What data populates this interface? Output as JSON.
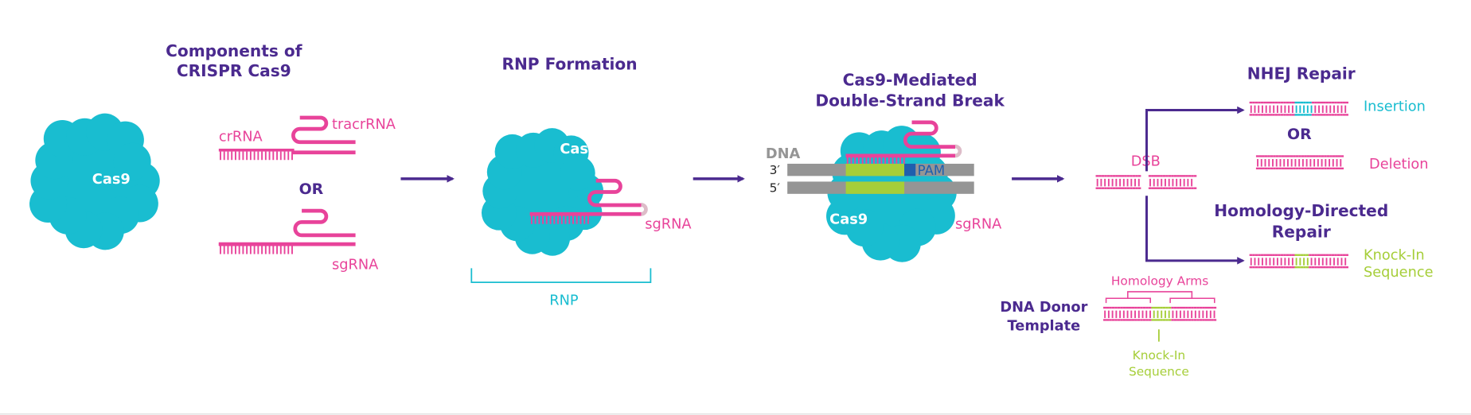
{
  "colors": {
    "purple": "#4b2a8f",
    "teal": "#19bdd0",
    "pink": "#e8439a",
    "green": "#a6ce39",
    "gray": "#959595",
    "pam": "#1f5fae"
  },
  "panel1": {
    "title_line1": "Components of",
    "title_line2": "CRISPR Cas9",
    "cas9": "Cas9",
    "crrna": "crRNA",
    "tracrrna": "tracrRNA",
    "or": "OR",
    "sgrna": "sgRNA"
  },
  "panel2": {
    "title": "RNP Formation",
    "cas9": "Cas9",
    "sgrna": "sgRNA",
    "rnp": "RNP"
  },
  "panel3": {
    "title_line1": "Cas9-Mediated",
    "title_line2": "Double-Strand Break",
    "dna": "DNA",
    "strand3": "3′",
    "strand5": "5′",
    "pam": "PAM",
    "cas9": "Cas9",
    "sgrna": "sgRNA"
  },
  "panel4": {
    "dsb": "DSB",
    "nhej_title": "NHEJ Repair",
    "insertion": "Insertion",
    "or": "OR",
    "deletion": "Deletion",
    "hdr_title_line1": "Homology-Directed",
    "hdr_title_line2": "Repair",
    "knockin_line1": "Knock-In",
    "knockin_line2": "Sequence",
    "homology_arms": "Homology Arms",
    "donor_line1": "DNA Donor",
    "donor_line2": "Template",
    "donor_knockin_line1": "Knock-In",
    "donor_knockin_line2": "Sequence"
  }
}
